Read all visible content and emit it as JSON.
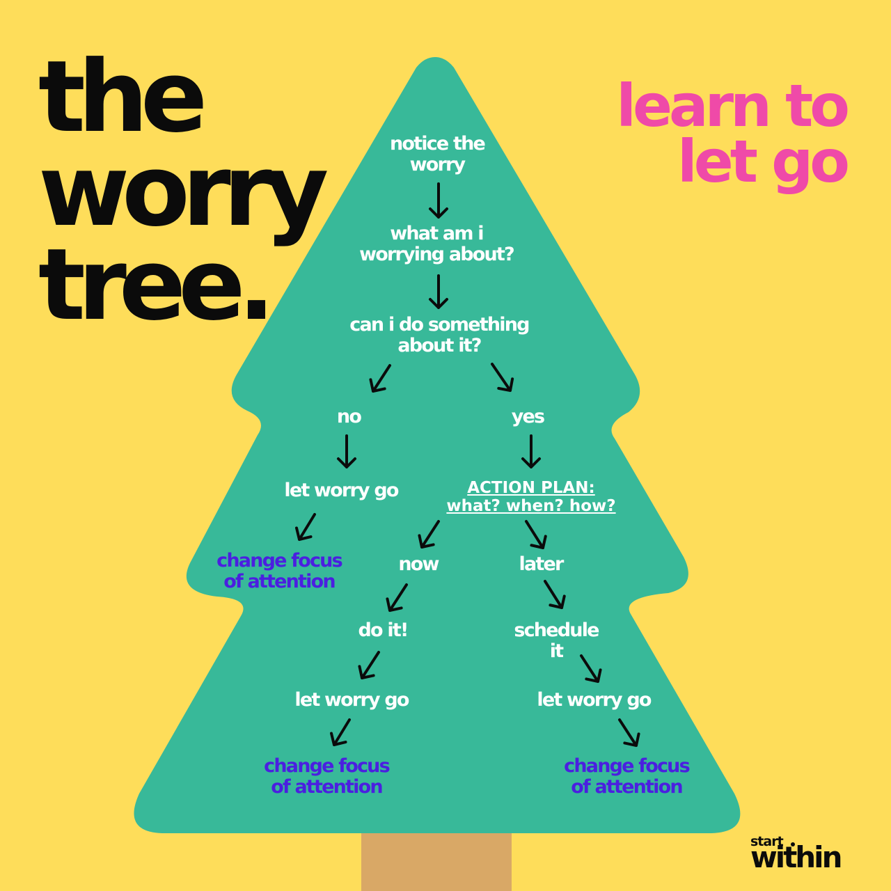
{
  "title_lines": [
    "the",
    "worry",
    "tree."
  ],
  "tagline_lines": [
    "learn to",
    "let go"
  ],
  "nodes": {
    "notice": [
      "notice the",
      "worry"
    ],
    "what": [
      "what am i",
      "worrying about?"
    ],
    "can": [
      "can i do something",
      "about it?"
    ],
    "no": [
      "no"
    ],
    "yes": [
      "yes"
    ],
    "let_go_left": [
      "let worry go"
    ],
    "action_plan": [
      "ACTION PLAN:",
      "what? when? how?"
    ],
    "change_left": [
      "change focus",
      "of attention"
    ],
    "now": [
      "now"
    ],
    "later": [
      "later"
    ],
    "do_it": [
      "do it!"
    ],
    "schedule": [
      "schedule",
      "it"
    ],
    "let_go_mid": [
      "let worry go"
    ],
    "let_go_right": [
      "let worry go"
    ],
    "change_mid": [
      "change focus",
      "of attention"
    ],
    "change_right": [
      "change focus",
      "of attention"
    ]
  },
  "brand": {
    "small": "start",
    "big": "within"
  },
  "colors": {
    "background": "#fedd5a",
    "tree": "#38b999",
    "trunk": "#d9a866",
    "text": "#ffffff",
    "accent_pink": "#ef4aa8",
    "accent_purple": "#4b1fe0",
    "ink": "#0b0b0b"
  }
}
